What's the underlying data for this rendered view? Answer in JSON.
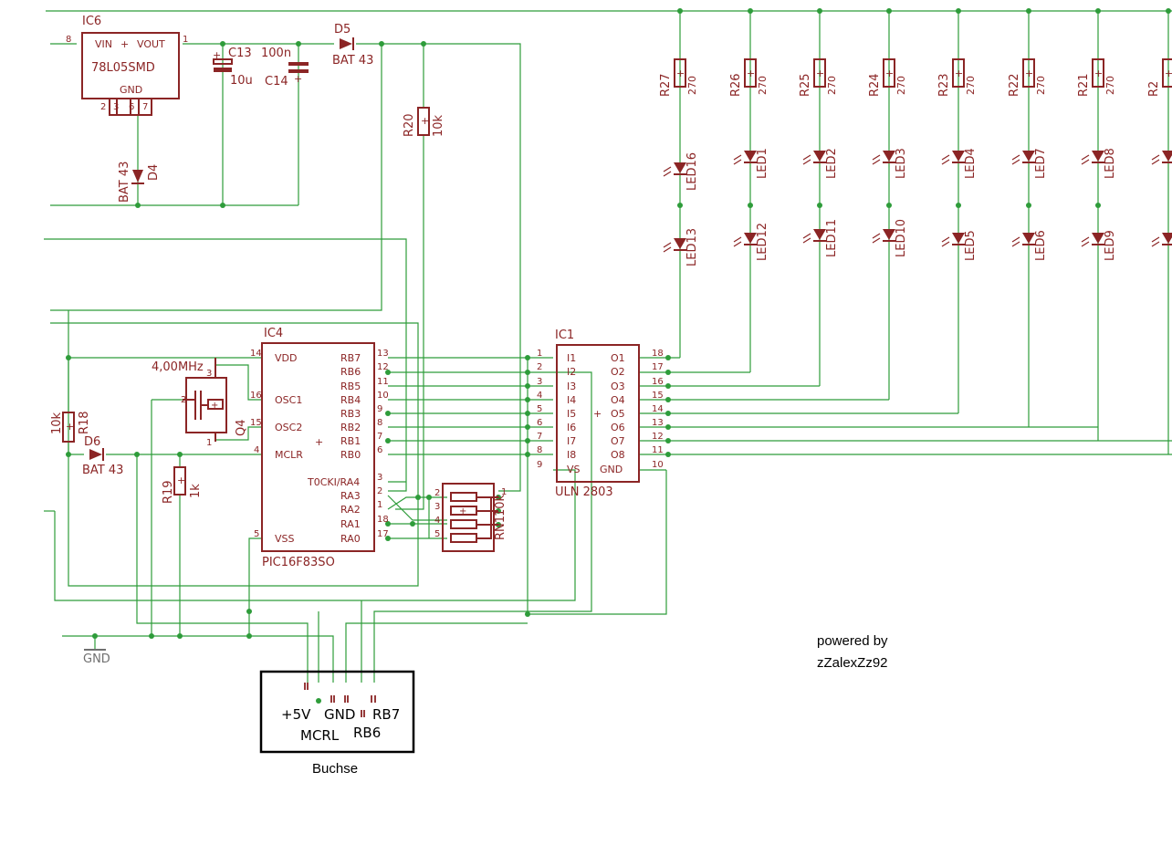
{
  "ic6": {
    "name": "IC6",
    "part": "78L05SMD",
    "vin": "VIN",
    "vout": "VOUT",
    "gnd": "GND",
    "pin_in": "8",
    "pin_out": "1",
    "gnd_pins": [
      "2",
      "3",
      "6",
      "7"
    ]
  },
  "c13": {
    "name": "C13",
    "value": "10u"
  },
  "c14": {
    "name": "C14",
    "value": "100n"
  },
  "d5": {
    "name": "D5",
    "value": "BAT 43"
  },
  "d4": {
    "name": "D4",
    "value": "BAT 43"
  },
  "d6": {
    "name": "D6",
    "value": "BAT 43"
  },
  "r20": {
    "name": "R20",
    "value": "10k"
  },
  "r18": {
    "name": "R18",
    "value": "10k"
  },
  "r19": {
    "name": "R19",
    "value": "1k"
  },
  "q4": {
    "name": "Q4",
    "value": "4,00MHz",
    "pins": [
      "1",
      "2",
      "3"
    ]
  },
  "ic4": {
    "name": "IC4",
    "part": "PIC16F83SO",
    "left_pins": [
      {
        "num": "14",
        "label": "VDD"
      },
      {
        "num": "16",
        "label": "OSC1"
      },
      {
        "num": "15",
        "label": "OSC2"
      },
      {
        "num": "4",
        "label": "MCLR"
      },
      {
        "num": "5",
        "label": "VSS"
      }
    ],
    "right_pins": [
      {
        "num": "13",
        "label": "RB7"
      },
      {
        "num": "12",
        "label": "RB6"
      },
      {
        "num": "11",
        "label": "RB5"
      },
      {
        "num": "10",
        "label": "RB4"
      },
      {
        "num": "9",
        "label": "RB3"
      },
      {
        "num": "8",
        "label": "RB2"
      },
      {
        "num": "7",
        "label": "RB1"
      },
      {
        "num": "6",
        "label": "RB0"
      },
      {
        "num": "3",
        "label": "T0CKI/RA4"
      },
      {
        "num": "2",
        "label": "RA3"
      },
      {
        "num": "1",
        "label": "RA2"
      },
      {
        "num": "18",
        "label": "RA1"
      },
      {
        "num": "17",
        "label": "RA0"
      }
    ]
  },
  "ic1": {
    "name": "IC1",
    "part": "ULN 2803",
    "inputs": [
      {
        "num": "1",
        "label": "I1"
      },
      {
        "num": "2",
        "label": "I2"
      },
      {
        "num": "3",
        "label": "I3"
      },
      {
        "num": "4",
        "label": "I4"
      },
      {
        "num": "5",
        "label": "I5"
      },
      {
        "num": "6",
        "label": "I6"
      },
      {
        "num": "7",
        "label": "I7"
      },
      {
        "num": "8",
        "label": "I8"
      },
      {
        "num": "9",
        "label": "VS"
      }
    ],
    "outputs": [
      {
        "num": "18",
        "label": "O1"
      },
      {
        "num": "17",
        "label": "O2"
      },
      {
        "num": "16",
        "label": "O3"
      },
      {
        "num": "15",
        "label": "O4"
      },
      {
        "num": "14",
        "label": "O5"
      },
      {
        "num": "13",
        "label": "O6"
      },
      {
        "num": "12",
        "label": "O7"
      },
      {
        "num": "11",
        "label": "O8"
      },
      {
        "num": "10",
        "label": "GND"
      }
    ]
  },
  "rn1": {
    "name": "RN1",
    "value": "10k",
    "pins": [
      "1",
      "2",
      "3",
      "4",
      "5"
    ]
  },
  "led_columns": [
    {
      "resistor": "R27",
      "value": "270",
      "led_top": "LED16",
      "led_bottom": "LED13"
    },
    {
      "resistor": "R26",
      "value": "270",
      "led_top": "LED1",
      "led_bottom": "LED12"
    },
    {
      "resistor": "R25",
      "value": "270",
      "led_top": "LED2",
      "led_bottom": "LED11"
    },
    {
      "resistor": "R24",
      "value": "270",
      "led_top": "LED3",
      "led_bottom": "LED10"
    },
    {
      "resistor": "R23",
      "value": "270",
      "led_top": "LED4",
      "led_bottom": "LED5"
    },
    {
      "resistor": "R22",
      "value": "270",
      "led_top": "LED7",
      "led_bottom": "LED6"
    },
    {
      "resistor": "R21",
      "value": "270",
      "led_top": "LED8",
      "led_bottom": "LED9"
    },
    {
      "resistor": "R2",
      "value": "",
      "led_top": "",
      "led_bottom": ""
    }
  ],
  "gnd_label": "GND",
  "connector": {
    "title": "Buchse",
    "pins": [
      "+5V",
      "GND",
      "RB7",
      "MCRL",
      "RB6"
    ]
  },
  "credit": {
    "line1": "powered by",
    "line2": "zZalexZz92"
  },
  "colors": {
    "wire": "#2e9c3a",
    "part": "#8b2525",
    "net_label": "#707070",
    "text": "#000000"
  }
}
